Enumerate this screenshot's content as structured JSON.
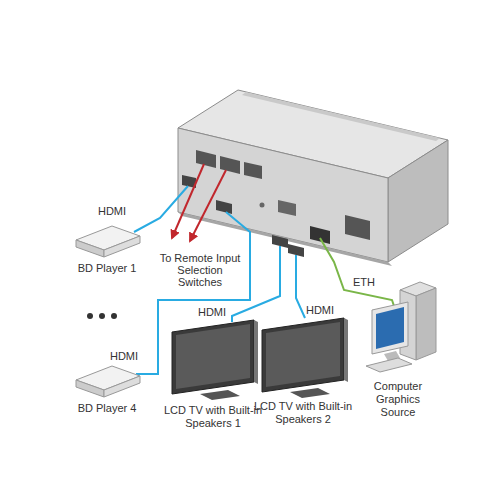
{
  "diagram": {
    "nodes": [
      {
        "text": [
          "BD Player 1"
        ]
      },
      {
        "text": [
          "BD Player 4"
        ]
      },
      {
        "text": [
          "LCD TV with Built-in Speakers 1"
        ]
      },
      {
        "text": [
          "LCD TV with Built-in Speakers 2"
        ]
      },
      {
        "text": [
          "Computer Graphics Source"
        ]
      }
    ],
    "labels": [
      "HDMI",
      "To Remote Input Selection Switches",
      "HDMI",
      "HDMI",
      "HDMI",
      "ETH"
    ]
  }
}
